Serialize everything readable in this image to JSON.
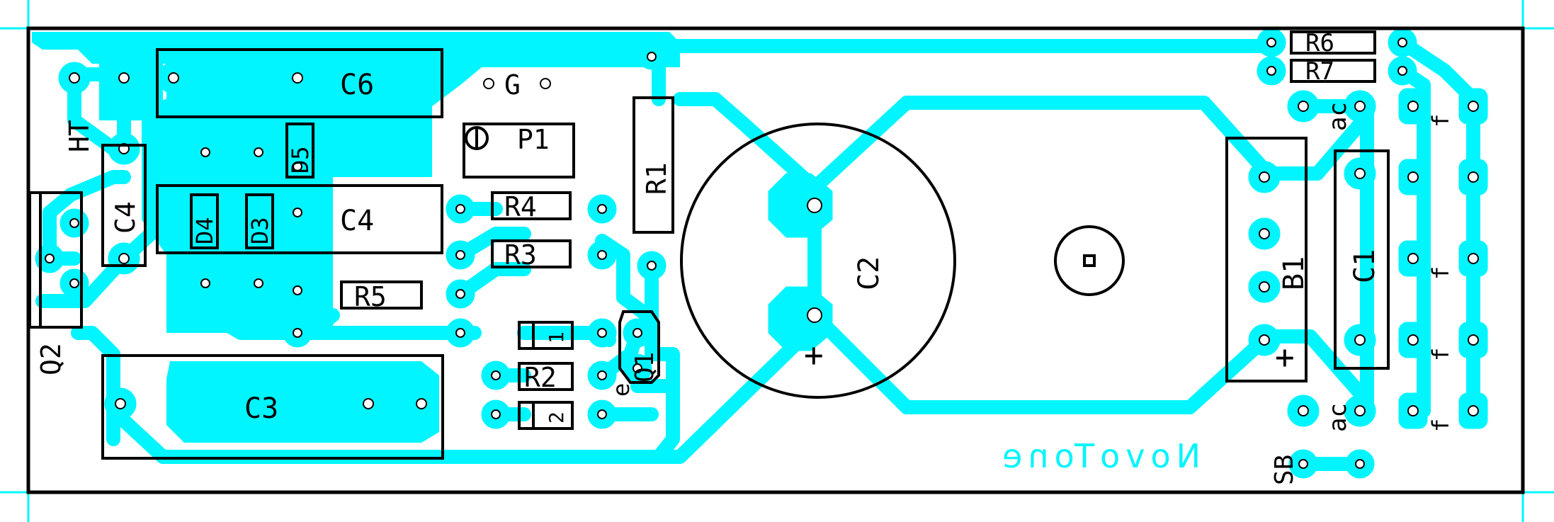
{
  "board": {
    "brand": "NovoTone",
    "colors": {
      "copper": "#00f5ff",
      "silk": "#000000",
      "background": "#ffffff"
    },
    "labels": {
      "c6": "C6",
      "c4_cap": "C4",
      "c4_cap_small": "C4",
      "c3": "C3",
      "c2": "C2",
      "c1": "C1",
      "r1": "R1",
      "r2": "R2",
      "r3": "R3",
      "r4": "R4",
      "r5": "R5",
      "r6": "R6",
      "r7": "R7",
      "d3": "D3",
      "d4": "D4",
      "d5": "D5",
      "q1": "Q1",
      "q2": "Q2",
      "p1": "P1",
      "b1": "B1",
      "g": "G",
      "ht": "HT",
      "sb": "SB",
      "ac_top": "ac",
      "ac_bottom": "ac",
      "plus_c2": "+",
      "plus_b1": "+",
      "diode_1": "1",
      "diode_2": "2",
      "q1_e": "e",
      "f_labels": [
        "f",
        "f",
        "f",
        "f"
      ]
    }
  }
}
